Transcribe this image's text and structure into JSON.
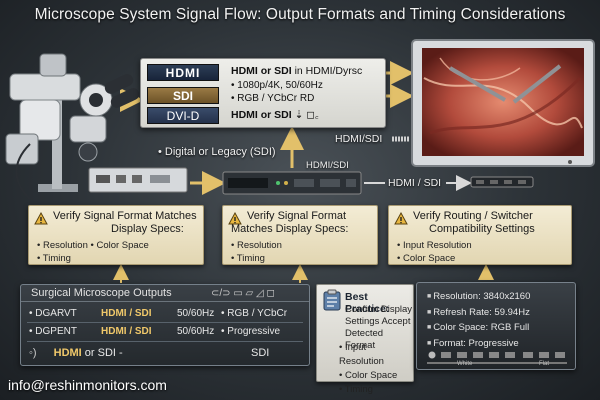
{
  "title": "Microscope System Signal Flow: Output Formats and Timing Considerations",
  "format_box": {
    "rows": [
      {
        "tag": "HDMI",
        "text_bold": "HDMI or SDI",
        "text": " in HDMI/Dyrsc"
      },
      {
        "tag": "SDI",
        "line1": "• 1080p/4K, 50/60Hz",
        "line2": "• RGB / YCbCr RD"
      },
      {
        "tag": "DVI-D",
        "text_bold": "HDMI or SDI",
        "text": " ⇣ ◻꜀"
      }
    ]
  },
  "flow_labels": {
    "to_monitor_lower": "HDMI/SDI",
    "digital_legacy": "• Digital or Legacy (SDI)",
    "device2_top": "HDMI/SDI",
    "device2_to_device3": "HDMI / SDI"
  },
  "notes": [
    {
      "heading_line1": "Verify Signal Format Matches",
      "heading_line2": "Display Specs:",
      "bullets": [
        "Resolution  • Color Space",
        "Timing"
      ]
    },
    {
      "heading_line1": "Verify Signal Format",
      "heading_line2": "Matches Display Specs:",
      "bullets": [
        "Resolution",
        "Timing"
      ]
    },
    {
      "heading_line1": "Verify Routing / Switcher",
      "heading_line2": "Compatibility Settings",
      "bullets": [
        "Input Resolution",
        "Color Space"
      ]
    }
  ],
  "outputs_panel": {
    "header": "Surgical Microscope Outputs",
    "controls": "⊂/⊃ ▭ ▱ ◿ ◻",
    "rows": [
      {
        "label": "• DGARVT",
        "format": "HDMI / SDI",
        "rate": "50/60Hz",
        "extra": "• RGB / YCbCr"
      },
      {
        "label": "• DGPENT",
        "format": "HDMI / SDI",
        "rate": "50/60Hz",
        "extra": "• Progressive"
      }
    ],
    "bottom_from": "HDMI",
    "bottom_or": " or SDI -",
    "bottom_to": "SDI"
  },
  "best_practice": {
    "heading": "Best Practice:",
    "text": "Confirm Display Settings Accept Detected Format",
    "bullets": [
      "Input Resolution",
      "Color Space",
      "Timing"
    ]
  },
  "spec_panel": {
    "items": [
      "Resolution: 3840x2160",
      "Refresh Rate: 59.94Hz",
      "Color Space: RGB Full",
      "Format: Progressive"
    ],
    "scale_left": "White",
    "scale_right": "Flat"
  },
  "footer": "info@reshinmonitors.com",
  "colors": {
    "accent_arrow": "#e2c06a",
    "note_bg": "#efe6cb",
    "panel_bg": "#2c3237"
  }
}
